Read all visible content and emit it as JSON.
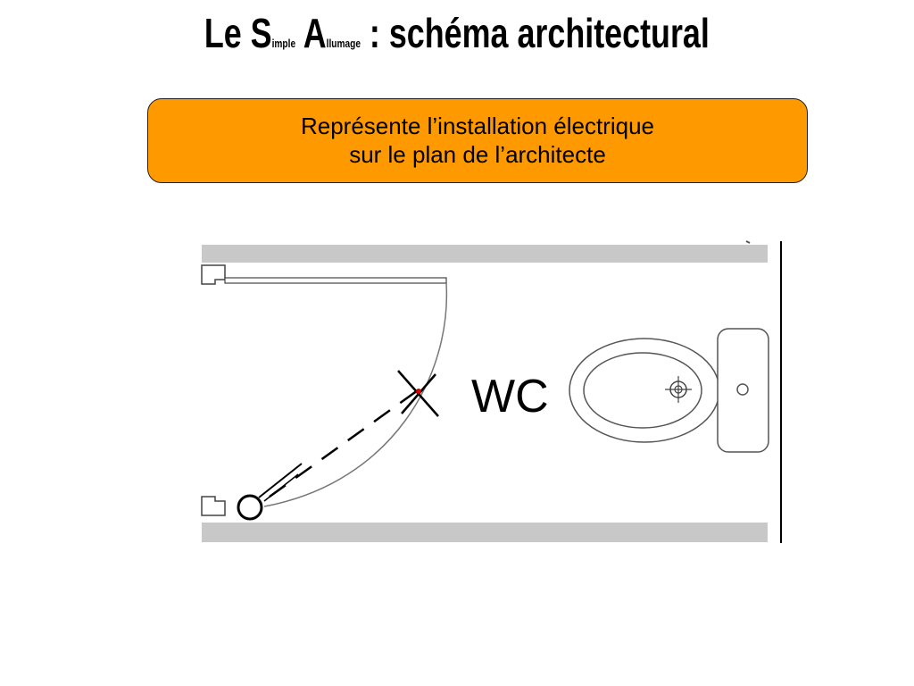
{
  "title": {
    "part1": "Le S",
    "part2": "imple",
    "part3": " A",
    "part4": "llumage",
    "part5": " : schéma architectural"
  },
  "callout": {
    "line1": "Représente l’installation électrique",
    "line2": "sur le plan de l’architecte"
  },
  "plan": {
    "room_label": "WC"
  },
  "colors": {
    "callout_bg": "#ff9900",
    "wall": "#c8c8c8",
    "switch_dot": "#cc0000"
  }
}
